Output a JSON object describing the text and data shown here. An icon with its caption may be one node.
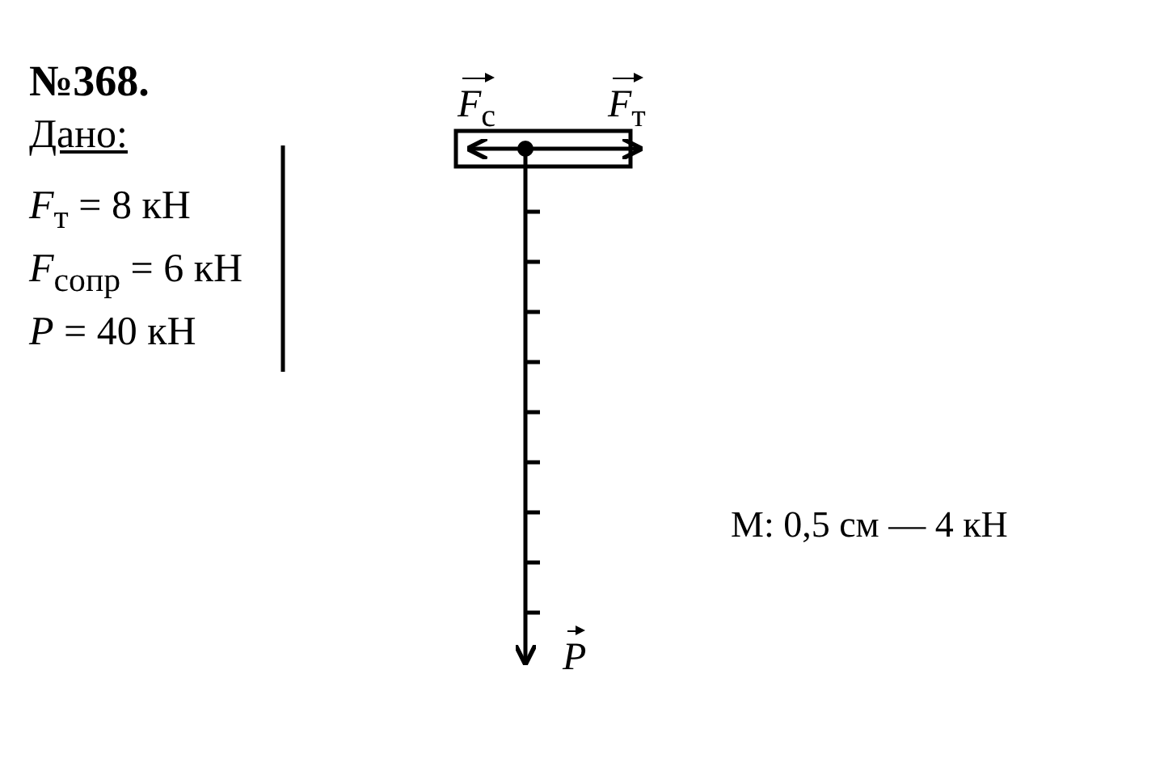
{
  "diagram": {
    "title": "№368.",
    "labels": [
      "Дано:",
      "*F*$_{т}$ = 8  кН",
      "*F*$_{сопр}$ = 6  кН",
      "*P* = 40  кН",
      "*F*$_{c}$",
      "*F*$_{т}$",
      "*P*",
      "М:  0,5 см — 4 кН"
    ]
  }
}
